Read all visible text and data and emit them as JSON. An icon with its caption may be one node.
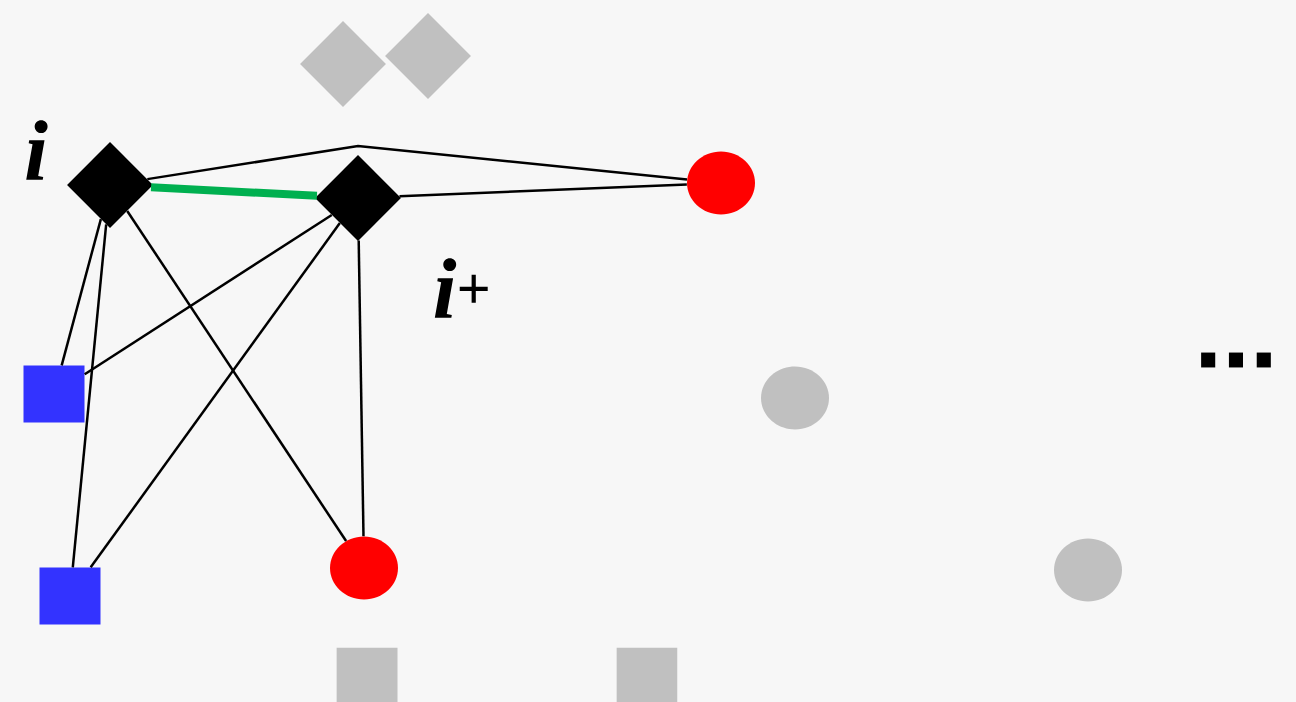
{
  "diagram": {
    "nodes": [
      {
        "text": [],
        "shape": "diamond"
      },
      {
        "text": [],
        "shape": "diamond"
      },
      {
        "text": [],
        "shape": "diamond",
        "beside": [
          "*i*"
        ]
      },
      {
        "text": [],
        "shape": "diamond",
        "beside": [
          "*i*$^{+}$"
        ]
      },
      {
        "text": [],
        "shape": "circle"
      },
      {
        "text": [],
        "shape": "box"
      },
      {
        "text": [],
        "shape": "circle"
      },
      {
        "text": [],
        "shape": "box"
      },
      {
        "text": [],
        "shape": "circle"
      },
      {
        "text": [],
        "shape": "circle"
      },
      {
        "text": [],
        "shape": "box"
      },
      {
        "text": [],
        "shape": "box"
      }
    ],
    "edges": [
      {
        "from": 2,
        "to": 3,
        "arrow": "none",
        "style": "thick",
        "color": "#00b050"
      },
      {
        "from": 2,
        "to": 4,
        "arrow": "none"
      },
      {
        "from": 3,
        "to": 4,
        "arrow": "none"
      },
      {
        "from": 2,
        "to": 5,
        "arrow": "none"
      },
      {
        "from": 2,
        "to": 7,
        "arrow": "none"
      },
      {
        "from": 2,
        "to": 8,
        "arrow": "none"
      },
      {
        "from": 3,
        "to": 5,
        "arrow": "none"
      },
      {
        "from": 3,
        "to": 7,
        "arrow": "none"
      },
      {
        "from": 3,
        "to": 8,
        "arrow": "none"
      }
    ],
    "labels": [
      "..."
    ]
  }
}
